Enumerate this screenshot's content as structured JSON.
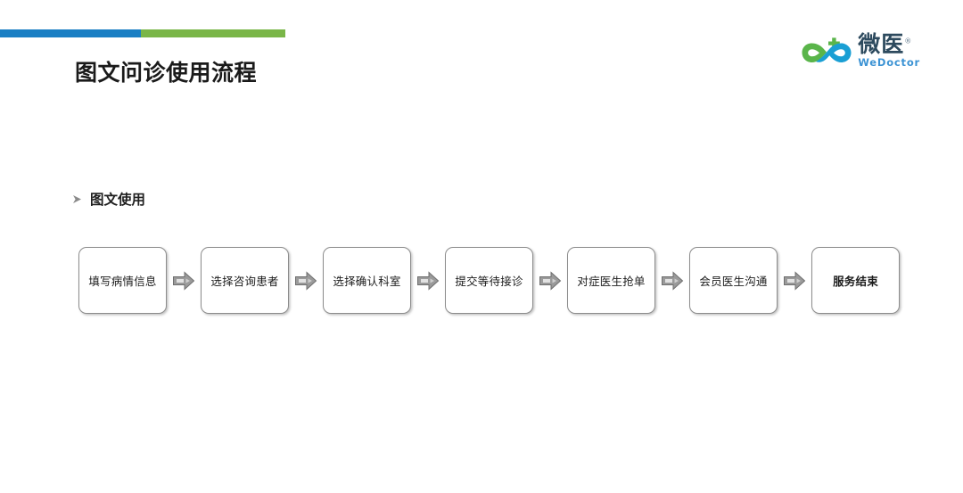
{
  "slide": {
    "title": "图文问诊使用流程",
    "accent_blue": "#1a7fc4",
    "accent_green": "#7ab648"
  },
  "logo": {
    "name_cn": "微医",
    "registered_mark": "®",
    "name_en": "WeDoctor",
    "mark_green": "#5ab54a",
    "mark_blue": "#1a9fd4",
    "text_color": "#2d4a5e",
    "en_color": "#3c93d4"
  },
  "section": {
    "bullet_icon": "triangle-right-icon",
    "label": "图文使用"
  },
  "flow": {
    "arrow_icon": "block-arrow-right-icon",
    "steps": [
      {
        "label": "填写病情信息",
        "emphasis": false
      },
      {
        "label": "选择咨询患者",
        "emphasis": false
      },
      {
        "label": "选择确认科室",
        "emphasis": false
      },
      {
        "label": "提交等待接诊",
        "emphasis": false
      },
      {
        "label": "对症医生抢单",
        "emphasis": false
      },
      {
        "label": "会员医生沟通",
        "emphasis": false
      },
      {
        "label": "服务结束",
        "emphasis": true
      }
    ]
  }
}
